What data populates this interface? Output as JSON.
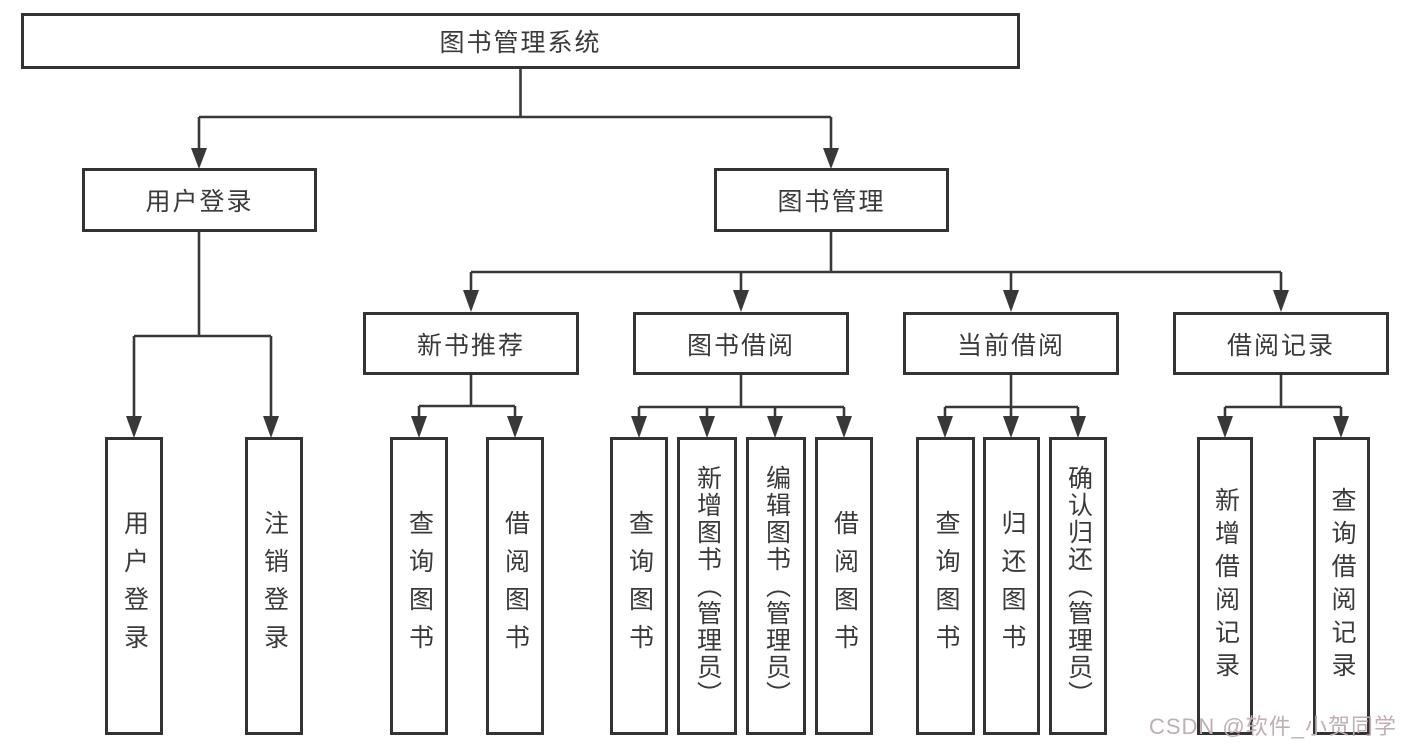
{
  "diagram": {
    "title": "图书管理系统",
    "root": {
      "label": "图书管理系统"
    },
    "branches": [
      {
        "label": "用户登录",
        "children": [
          {
            "label": "用户登录"
          },
          {
            "label": "注销登录"
          }
        ]
      },
      {
        "label": "图书管理",
        "children": [
          {
            "label": "新书推荐",
            "children": [
              {
                "label": "查询图书"
              },
              {
                "label": "借阅图书"
              }
            ]
          },
          {
            "label": "图书借阅",
            "children": [
              {
                "label": "查询图书"
              },
              {
                "label": "新增图书（管理员）"
              },
              {
                "label": "编辑图书（管理员）"
              },
              {
                "label": "借阅图书"
              }
            ]
          },
          {
            "label": "当前借阅",
            "children": [
              {
                "label": "查询图书"
              },
              {
                "label": "归还图书"
              },
              {
                "label": "确认归还（管理员）"
              }
            ]
          },
          {
            "label": "借阅记录",
            "children": [
              {
                "label": "新增借阅记录"
              },
              {
                "label": "查询借阅记录"
              }
            ]
          }
        ]
      }
    ]
  },
  "watermark": {
    "text": "CSDN @软件_小贺同学",
    "color": "#bfaeb2"
  },
  "colors": {
    "line": "#383838",
    "box_border": "#333333",
    "text": "#3a3a3a",
    "background": "#ffffff"
  }
}
